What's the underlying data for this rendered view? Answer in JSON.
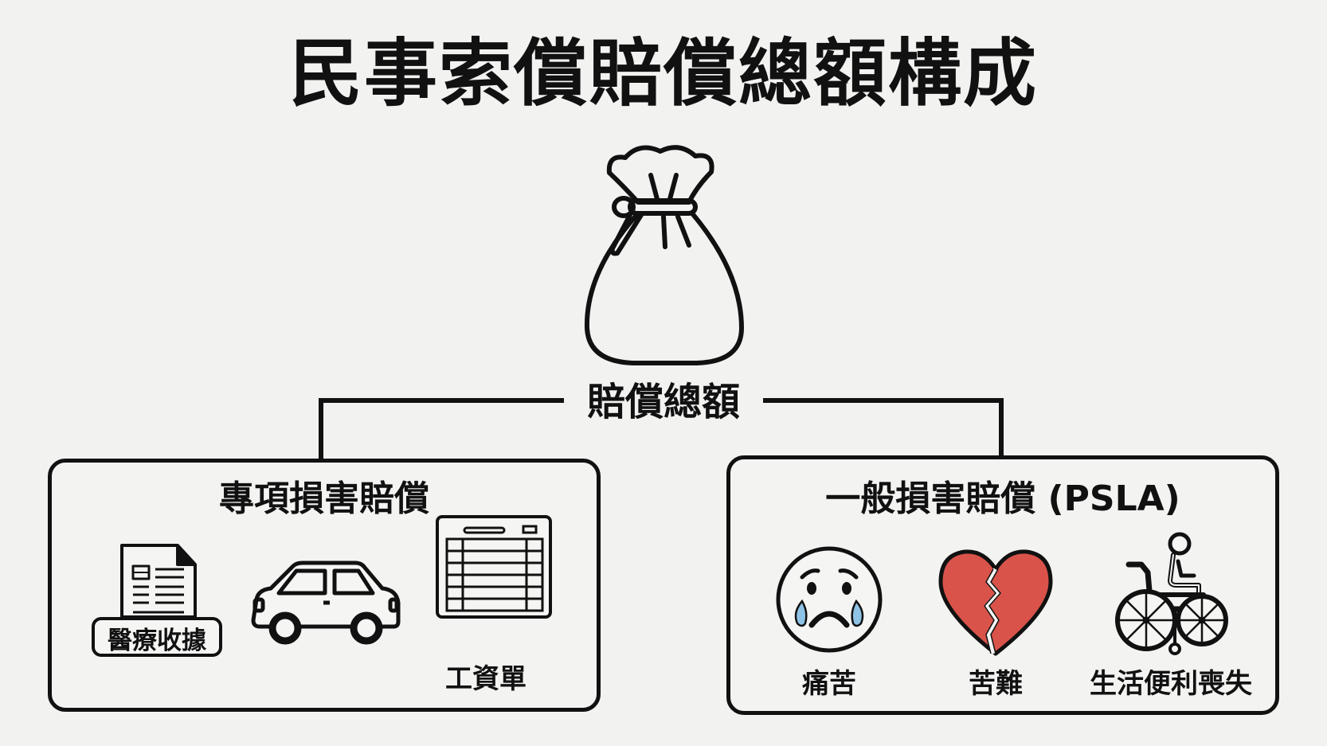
{
  "title": "民事索償賠償總額構成",
  "root": {
    "icon": "money-bag-icon",
    "label": "賠償總額"
  },
  "branches": [
    {
      "title": "專項損害賠償",
      "items": [
        {
          "icon": "document-receipt-icon",
          "label": "醫療收據"
        },
        {
          "icon": "car-icon",
          "label": ""
        },
        {
          "icon": "payslip-table-icon",
          "label": "工資單"
        }
      ]
    },
    {
      "title": "一般損害賠償 (PSLA)",
      "items": [
        {
          "icon": "crying-face-icon",
          "label": "痛苦"
        },
        {
          "icon": "broken-heart-icon",
          "label": "苦難"
        },
        {
          "icon": "wheelchair-icon",
          "label": "生活便利喪失"
        }
      ]
    }
  ],
  "colors": {
    "background": "#f2f2f1",
    "stroke": "#111111",
    "heart": "#d9534a",
    "tear": "#8ec3e6"
  }
}
